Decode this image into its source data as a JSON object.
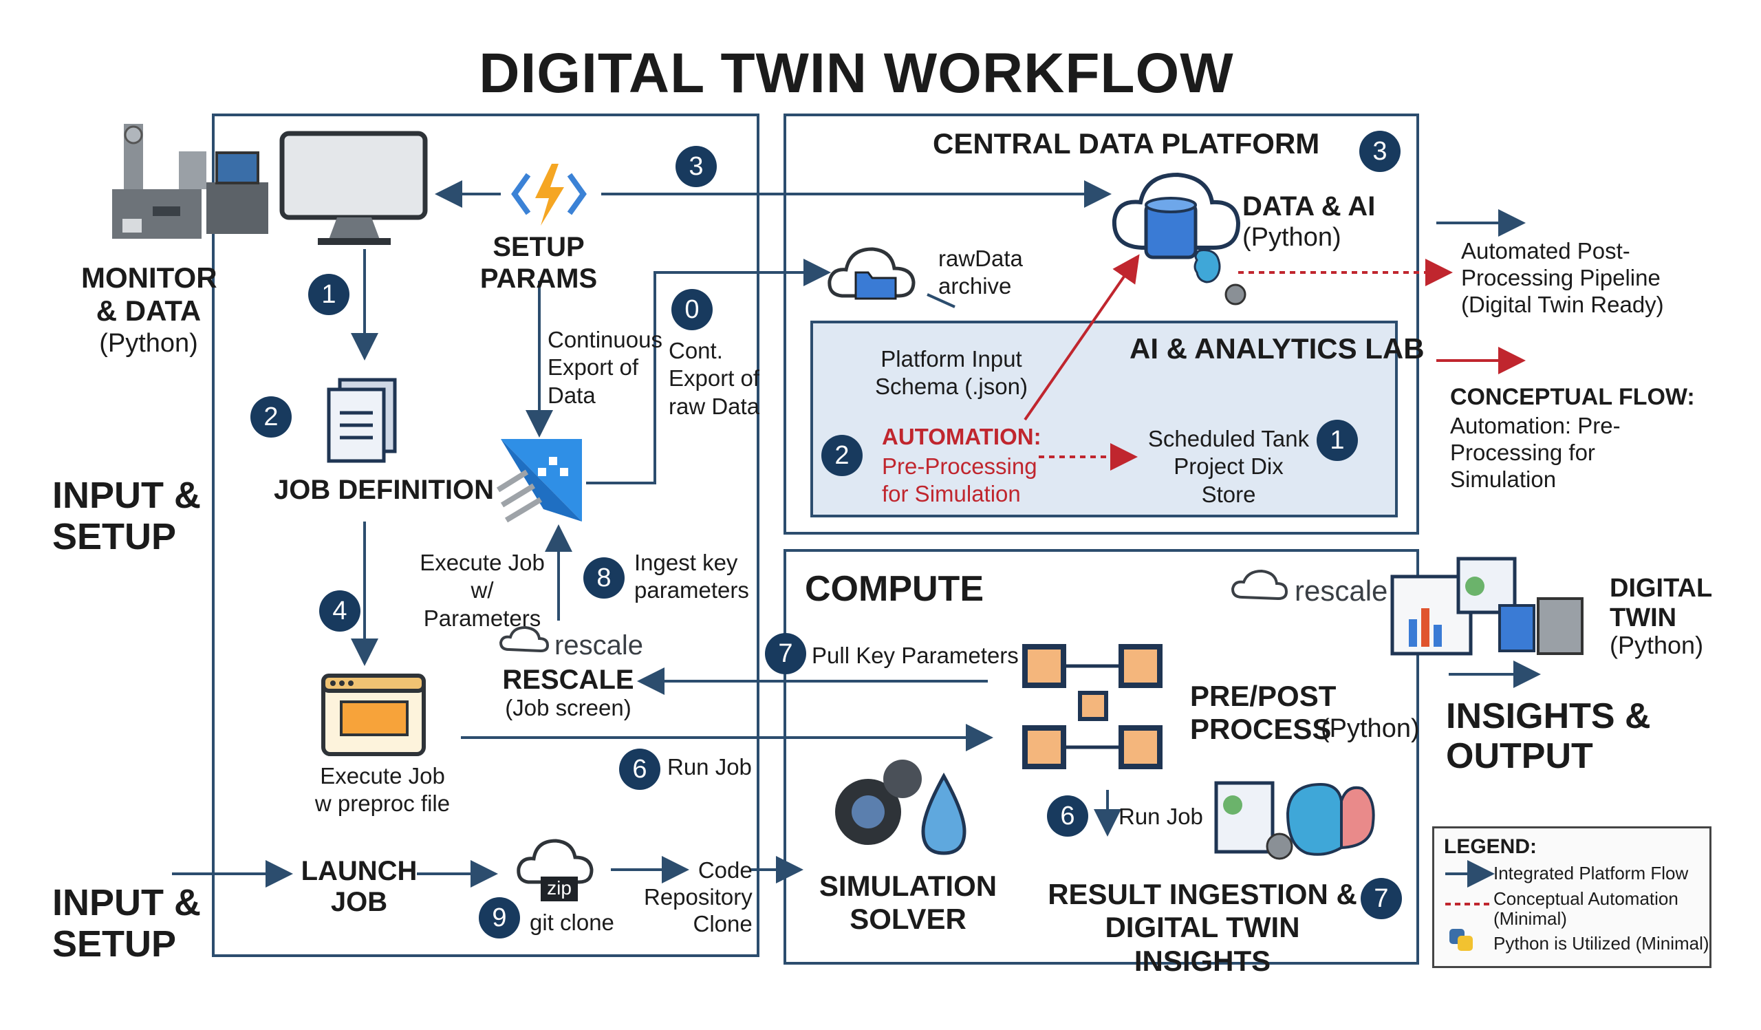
{
  "title": "DIGITAL TWIN WORKFLOW",
  "colors": {
    "navy": "#1b3b5f",
    "red": "#c0262e",
    "lab_fill": "#dfe8f3",
    "box_border": "#2c4d6e"
  },
  "left_side": {
    "monitor_title": "MONITOR\n& DATA",
    "monitor_sub": "(Python)",
    "input_setup_1": "INPUT &\nSETUP",
    "input_setup_2": "INPUT &\nSETUP",
    "icons": [
      "factory-icon",
      "monitor-icon"
    ]
  },
  "workflow": {
    "setup_params": "SETUP\nPARAMS",
    "continuous_export": "Continuous\nExport of\nData",
    "cont_export_raw": "Cont.\nExport of\nraw Data",
    "job_definition": "JOB DEFINITION",
    "execute_job_params": "Execute Job\nw/ Parameters",
    "ingest_key": "Ingest key\nparameters",
    "rescale_logo": "rescale",
    "rescale_title": "RESCALE",
    "rescale_sub": "(Job screen)",
    "execute_preproc": "Execute Job\nw preproc file",
    "launch_job": "LAUNCH\nJOB",
    "zip_label": "zip",
    "git_clone": "git clone",
    "code_repo": "Code\nRepository\nClone",
    "icons": [
      "lightning-icon",
      "document-icon",
      "data-factory-icon",
      "browser-icon",
      "cloud-zip-icon"
    ]
  },
  "central_platform": {
    "title": "CENTRAL DATA PLATFORM",
    "data_ai": "DATA & AI",
    "data_ai_sub": "(Python)",
    "raw_data": "rawData\narchive",
    "lab_title": "AI & ANALYTICS LAB",
    "platform_input": "Platform Input\nSchema (.json)",
    "automation_title": "AUTOMATION:",
    "automation_sub": "Pre-Processing\nfor Simulation",
    "scheduled": "Scheduled Tank\nProject Dix Store",
    "icons": [
      "cloud-database-icon",
      "brain-gear-icon",
      "cloud-folder-icon"
    ]
  },
  "compute": {
    "title": "COMPUTE",
    "rescale_logo": "rescale",
    "pull_key": "Pull Key Parameters",
    "run_job": "Run Job",
    "run_job_2": "Run Job",
    "prepost_title": "PRE/POST\nPROCESS",
    "prepost_sub": "(Python)",
    "sim_solver": "SIMULATION\nSOLVER",
    "result_ingestion": "RESULT INGESTION &\nDIGITAL TWIN INSIGHTS",
    "icons": [
      "chip-network-icon",
      "gears-droplet-icon",
      "report-brain-icon"
    ]
  },
  "right_side": {
    "automated_post": "Automated Post-\nProcessing Pipeline\n(Digital Twin Ready)",
    "conceptual_title": "CONCEPTUAL FLOW:",
    "conceptual_sub": "Automation: Pre-\nProcessing for\nSimulation",
    "digital_twin": "DIGITAL\nTWIN",
    "digital_twin_sub": "(Python)",
    "insights_output": "INSIGHTS &\nOUTPUT",
    "icons": [
      "dashboard-icon"
    ]
  },
  "steps": {
    "s1": "1",
    "s2": "2",
    "s3": "3",
    "s0": "0",
    "s4": "4",
    "s8": "8",
    "s7a": "7",
    "s6a": "6",
    "s9": "9",
    "s3b": "3",
    "s2b": "2",
    "s1b": "1",
    "s6b": "6",
    "s7b": "7"
  },
  "legend": {
    "title": "LEGEND:",
    "items": [
      {
        "label": "Integrated Platform Flow",
        "style": "solid-arrow"
      },
      {
        "label": "Conceptual Automation\n(Minimal)",
        "style": "dashed-red"
      },
      {
        "label": "Python is Utilized (Minimal)",
        "style": "python-icon"
      }
    ]
  }
}
